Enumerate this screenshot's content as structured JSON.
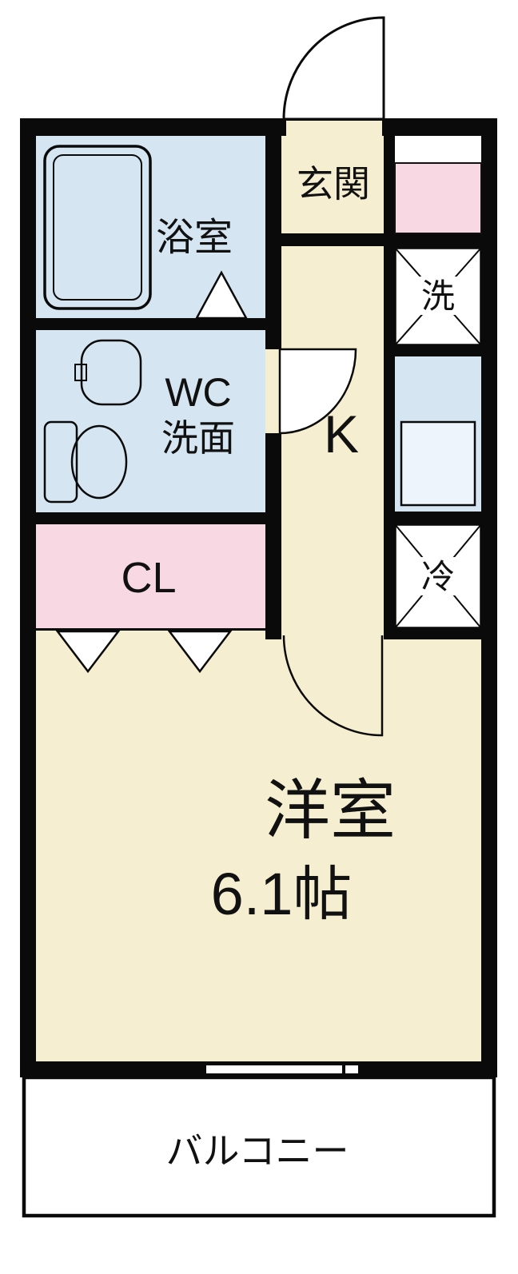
{
  "floorplan": {
    "rooms": {
      "entrance": {
        "label": "玄関"
      },
      "bath": {
        "label": "浴室"
      },
      "washer": {
        "label": "洗"
      },
      "wc": {
        "label_line1": "WC",
        "label_line2": "洗面"
      },
      "kitchen": {
        "label": "K"
      },
      "fridge": {
        "label": "冷"
      },
      "closet": {
        "label": "CL"
      },
      "main_room": {
        "label": "洋室",
        "size": "6.1帖"
      },
      "balcony": {
        "label": "バルコニー"
      }
    },
    "colors": {
      "floor_cream": "#f6eed0",
      "wet_area_blue": "#d5e6f2",
      "closet_pink": "#f8d8e2",
      "counter_inner": "#edf4fb",
      "wall_black": "#0a0a0a",
      "white": "#ffffff"
    }
  }
}
